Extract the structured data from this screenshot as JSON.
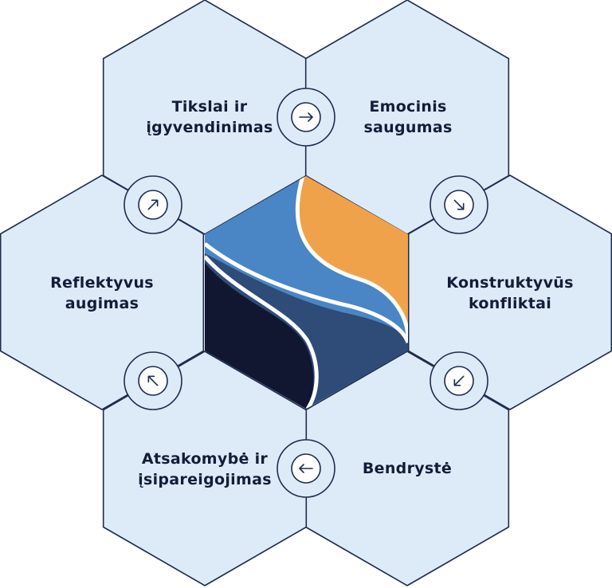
{
  "colors": {
    "hex_fill": "#ddebf8",
    "outline": "#1f2c4d",
    "center_light_blue": "#4a86c6",
    "center_orange": "#f0a24a",
    "center_mid_blue": "#2f4b78",
    "center_navy": "#111730"
  },
  "cells": [
    {
      "key": "goals",
      "lines": [
        "Tikslai ir",
        "įgyvendinimas"
      ]
    },
    {
      "key": "emotional-safety",
      "lines": [
        "Emocinis",
        "saugumas"
      ]
    },
    {
      "key": "constructive-conflict",
      "lines": [
        "Konstruktyvūs",
        "konfliktai"
      ]
    },
    {
      "key": "togetherness",
      "lines": [
        "Bendrystė"
      ]
    },
    {
      "key": "accountability",
      "lines": [
        "Atsakomybė ir",
        "įsipareigojimas"
      ]
    },
    {
      "key": "reflective-growth",
      "lines": [
        "Reflektyvus",
        "augimas"
      ]
    }
  ],
  "connector_icons": [
    {
      "key": "goals-to-safety",
      "icon": "arrow-right-icon"
    },
    {
      "key": "safety-to-conflict",
      "icon": "arrow-down-right-icon"
    },
    {
      "key": "conflict-to-togetherness",
      "icon": "arrow-down-left-icon"
    },
    {
      "key": "togetherness-to-accountability",
      "icon": "arrow-left-icon"
    },
    {
      "key": "accountability-to-reflection",
      "icon": "arrow-up-left-icon"
    },
    {
      "key": "reflection-to-goals",
      "icon": "arrow-up-right-icon"
    }
  ]
}
